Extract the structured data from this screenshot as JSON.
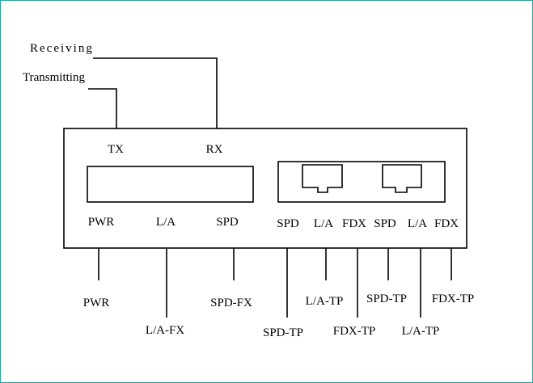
{
  "colors": {
    "frame": "#2aa198",
    "line": "#000000"
  },
  "signals": {
    "receiving": "Receiving",
    "transmitting": "Transmitting"
  },
  "optical": {
    "tx": "TX",
    "rx": "RX"
  },
  "panel_leds": {
    "pwr": "PWR",
    "la": "L/A",
    "spd": "SPD",
    "tp1_spd": "SPD",
    "tp1_la": "L/A",
    "tp1_fdx": "FDX",
    "tp2_spd": "SPD",
    "tp2_la": "L/A",
    "tp2_fdx": "FDX"
  },
  "callouts": {
    "pwr": "PWR",
    "la_fx": "L/A-FX",
    "spd_fx": "SPD-FX",
    "spd_tp": "SPD-TP",
    "la_tp_1": "L/A-TP",
    "fdx_tp_1": "FDX-TP",
    "spd_tp_2": "SPD-TP",
    "la_tp_2": "L/A-TP",
    "fdx_tp_2": "FDX-TP"
  }
}
